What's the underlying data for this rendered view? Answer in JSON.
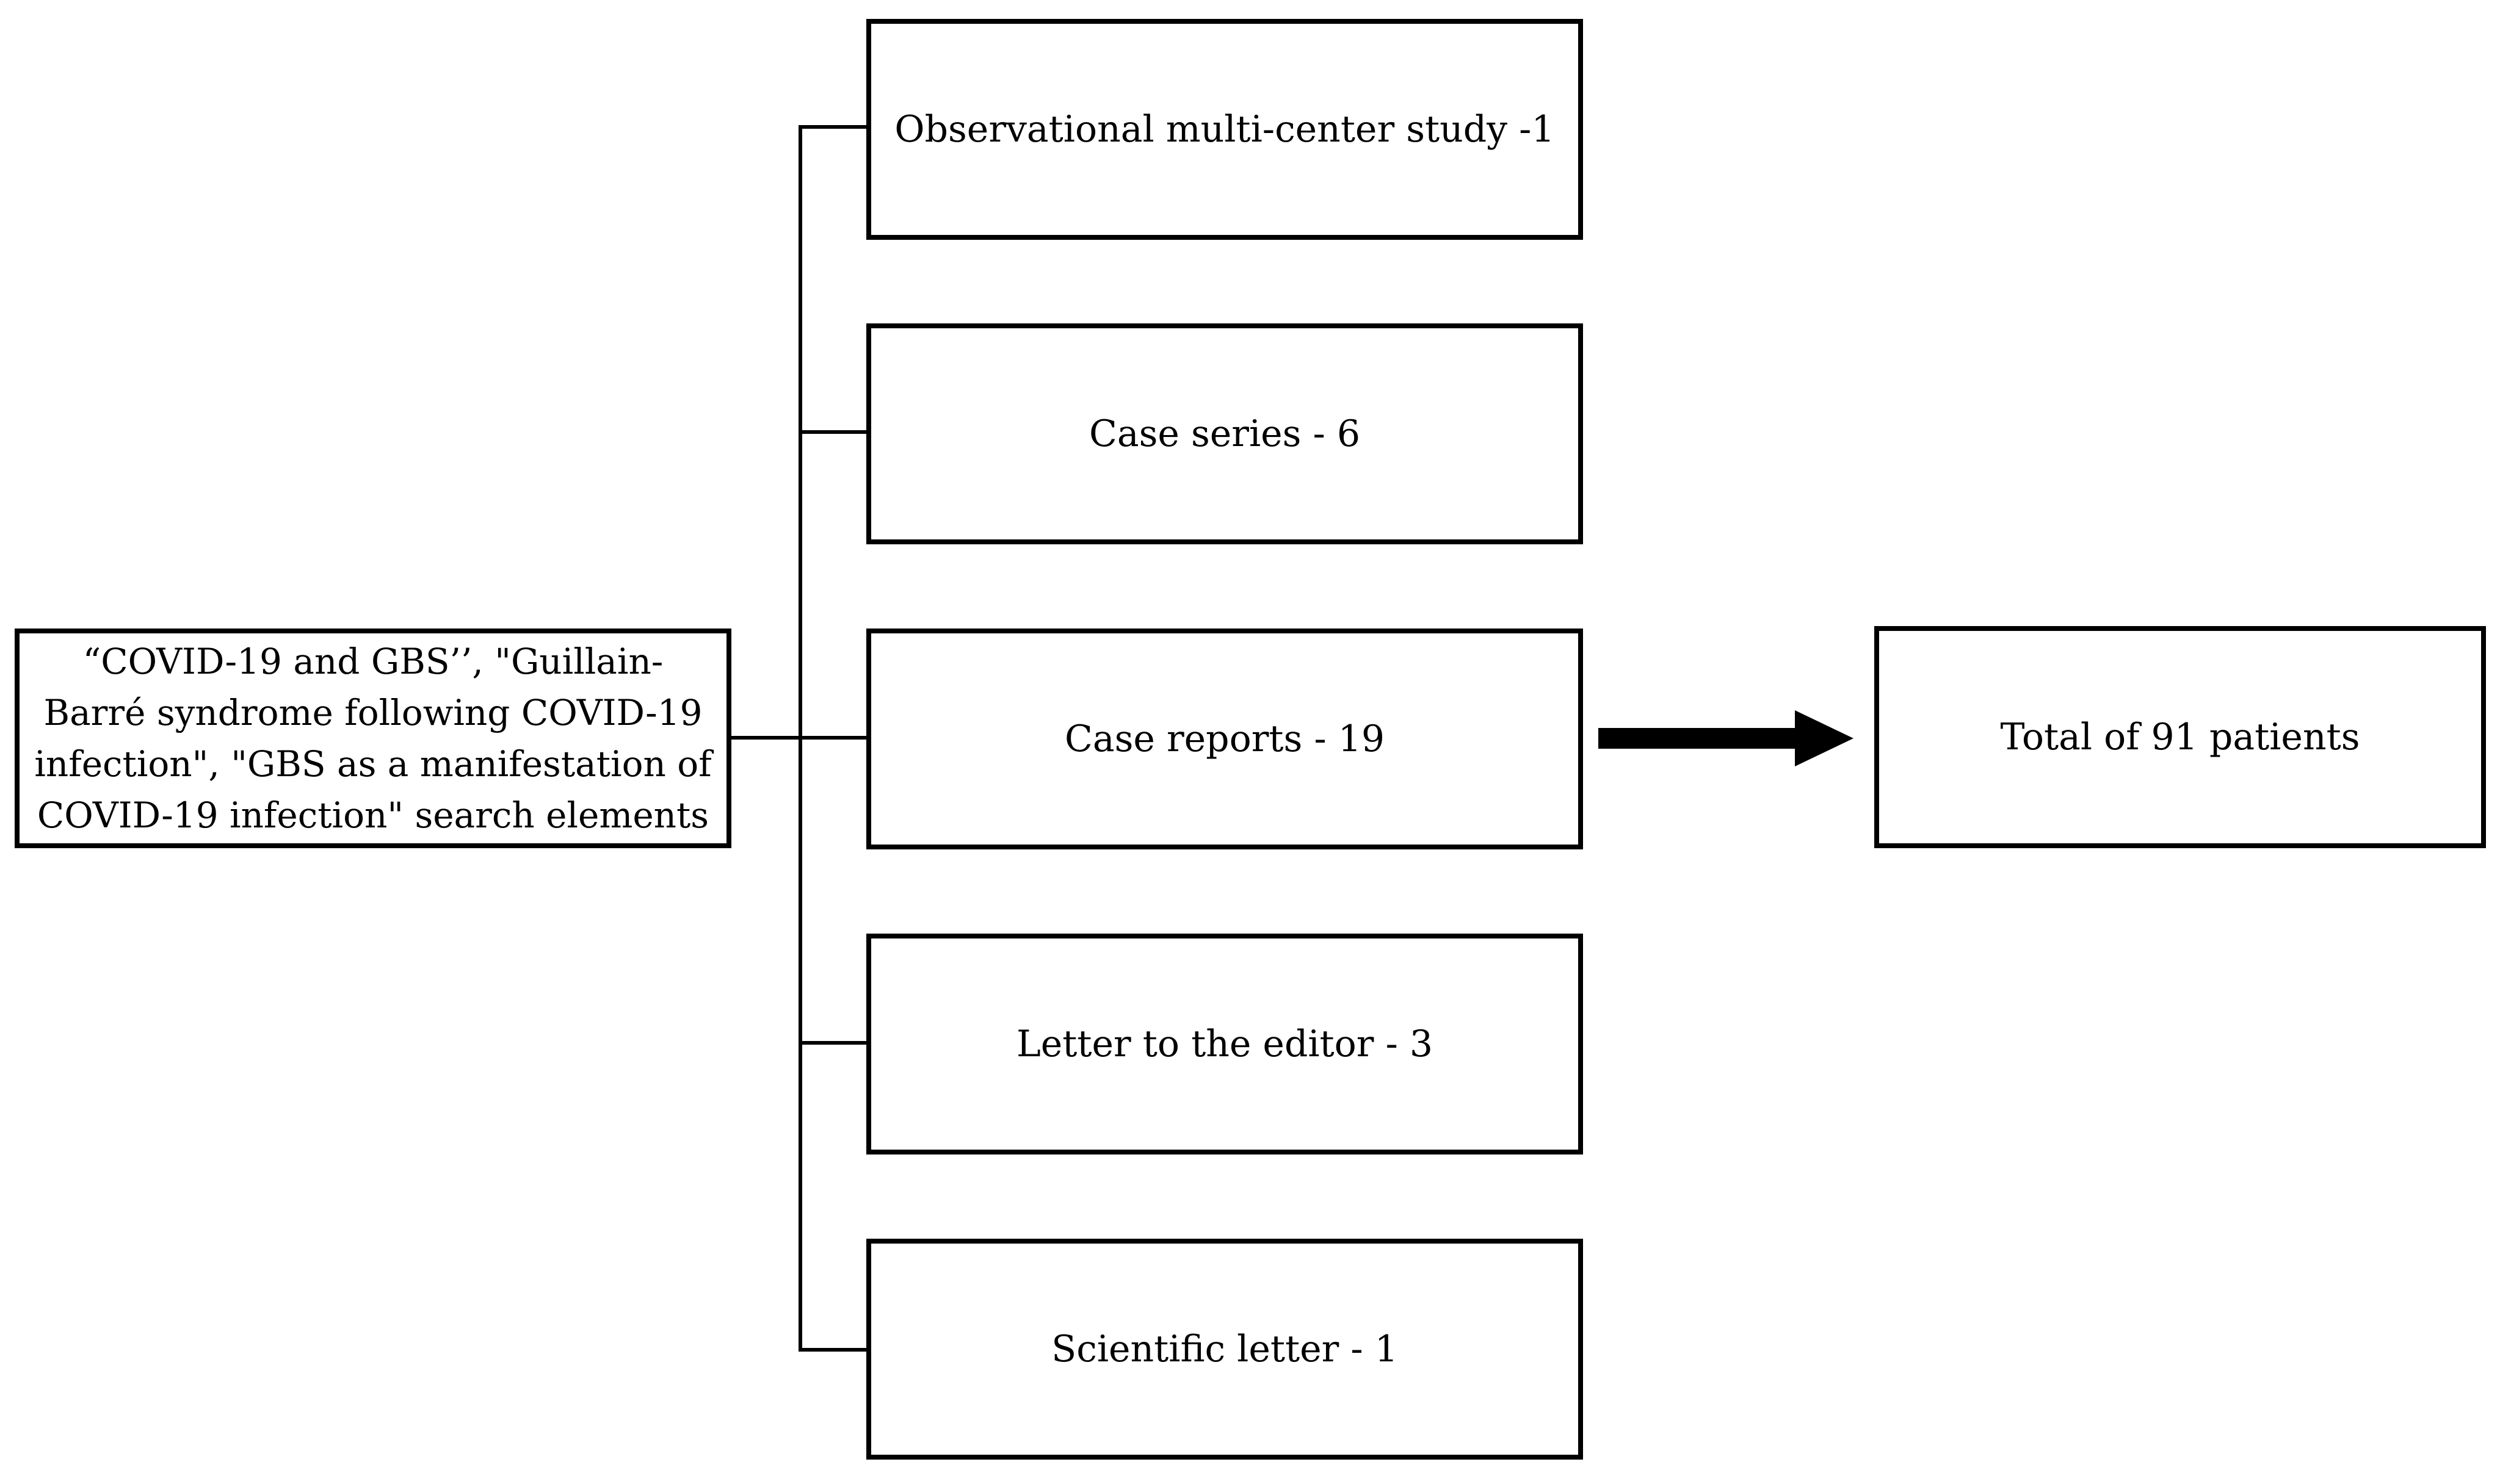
{
  "source": {
    "lines": [
      "“COVID-19 and GBS’’, \"Guillain-",
      "Barré syndrome following COVID-19",
      "infection\", \"GBS as a manifestation of",
      "COVID-19 infection\" search elements"
    ]
  },
  "categories": [
    {
      "label": "Observational multi-center study -1"
    },
    {
      "label": "Case series - 6"
    },
    {
      "label": "Case reports - 19"
    },
    {
      "label": "Letter to the editor - 3"
    },
    {
      "label": "Scientific letter - 1"
    }
  ],
  "result": {
    "label": "Total of 91 patients"
  }
}
